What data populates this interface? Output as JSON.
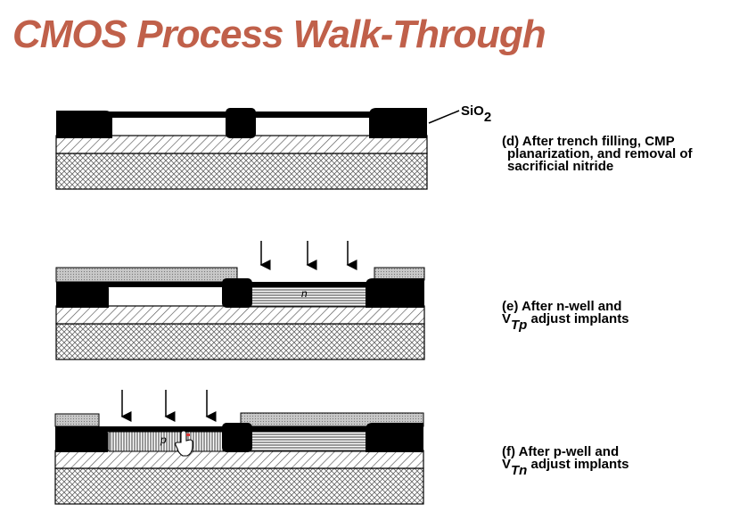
{
  "slide": {
    "title": "CMOS Process Walk-Through",
    "title_color": "#c0604a"
  },
  "diagram": {
    "sio2_label": {
      "base": "SiO",
      "sub": "2"
    },
    "step_d": {
      "caption_lines": [
        "(d) After trench filling, CMP",
        "planarization, and removal of",
        "sacrificial nitride"
      ]
    },
    "step_e": {
      "caption_line1": "(e) After n-well and",
      "caption_v": "V",
      "caption_sub": "Tp",
      "caption_rest": " adjust implants",
      "well_label": "n"
    },
    "step_f": {
      "caption_line1": "(f) After p-well and",
      "caption_v": "V",
      "caption_sub": "Tn",
      "caption_rest": " adjust implants",
      "well_label": "p"
    }
  }
}
